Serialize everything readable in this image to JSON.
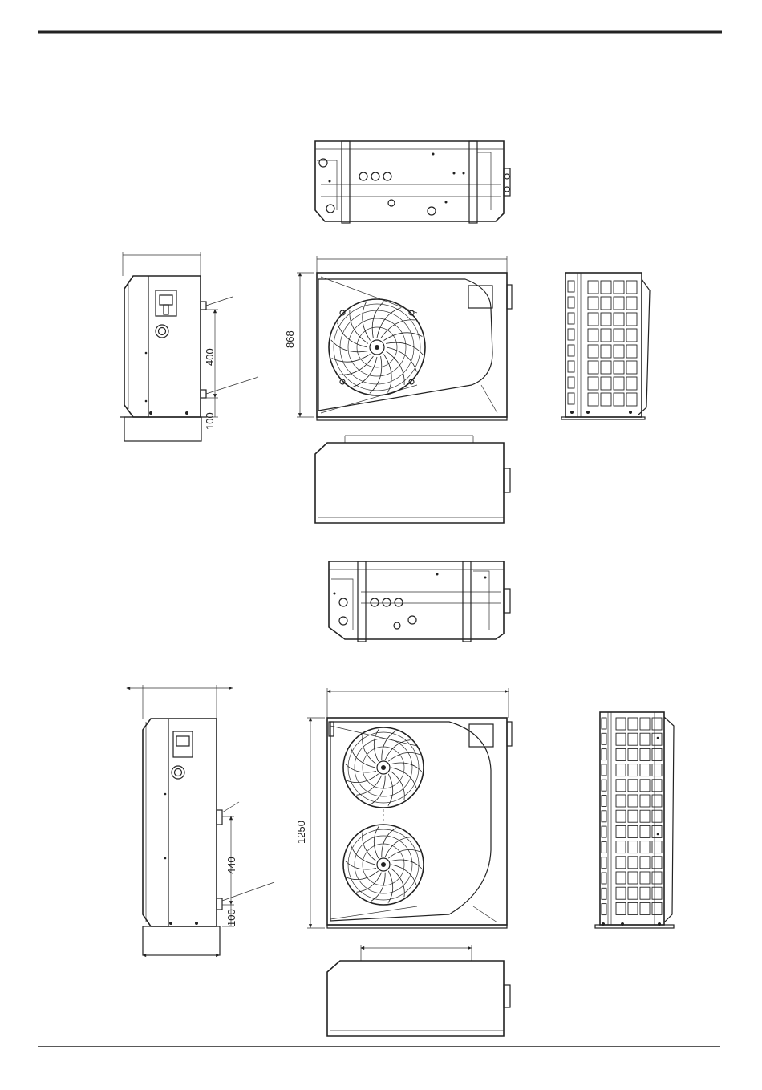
{
  "dimensions": {
    "small_height": "868",
    "small_pipe_spacing": "400",
    "small_base_offset": "100",
    "large_height": "1250",
    "large_pipe_spacing": "440",
    "large_base_offset": "100"
  }
}
